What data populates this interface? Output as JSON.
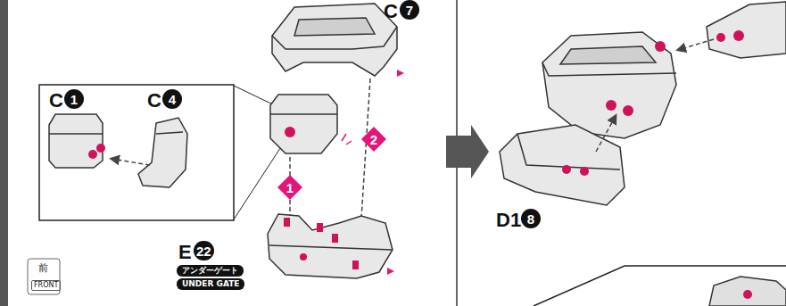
{
  "diagram": {
    "labels": [
      "C",
      "7",
      "C",
      "1",
      "C",
      "4",
      "1",
      "2",
      "E",
      "22",
      "アンダーゲート",
      "UNDER GATE",
      "前",
      "FRONT",
      "D1",
      "8"
    ]
  }
}
